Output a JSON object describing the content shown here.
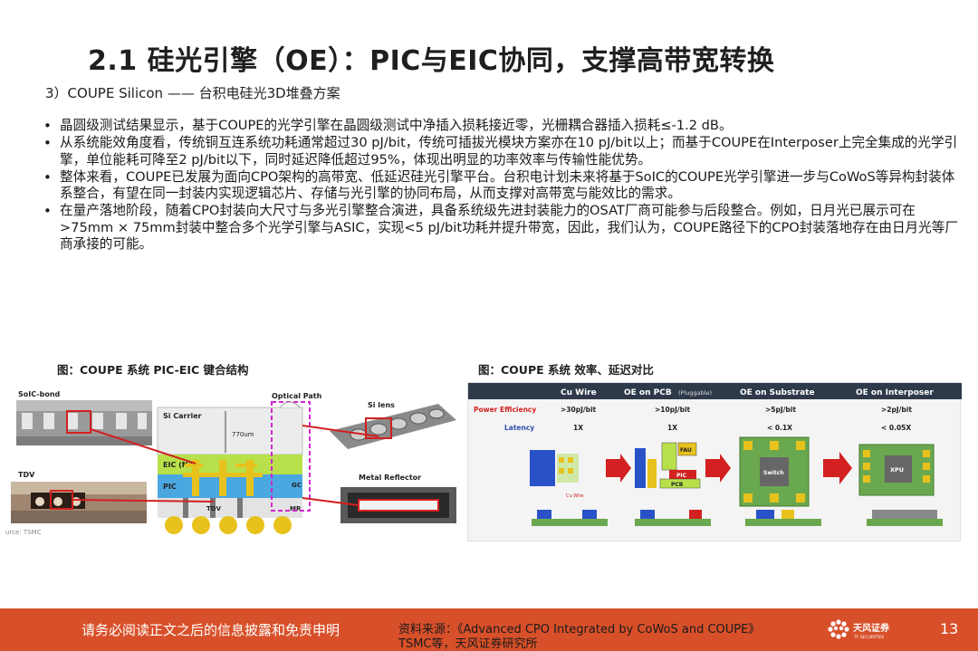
{
  "header": {
    "title": "2.1 硅光引擎（OE）：PIC与EIC协同，支撑高带宽转换",
    "subtitle": "3）COUPE Silicon —— 台积电硅光3D堆叠方案"
  },
  "bullets": [
    "晶圆级测试结果显示，基于COUPE的光学引擎在晶圆级测试中净插入损耗接近零，光栅耦合器插入损耗≤-1.2 dB。",
    "从系统能效角度看，传统铜互连系统功耗通常超过30 pJ/bit，传统可插拔光模块方案亦在10 pJ/bit以上；而基于COUPE在Interposer上完全集成的光学引擎，单位能耗可降至2 pJ/bit以下，同时延迟降低超过95%，体现出明显的功率效率与传输性能优势。",
    "整体来看，COUPE已发展为面向CPO架构的高带宽、低延迟硅光引擎平台。台积电计划未来将基于SoIC的COUPE光学引擎进一步与CoWoS等异构封装体系整合，有望在同一封装内实现逻辑芯片、存储与光引擎的协同布局，从而支撑对高带宽与能效比的需求。",
    "在量产落地阶段，随着CPO封装向大尺寸与多光引擎整合演进，具备系统级先进封装能力的OSAT厂商可能参与后段整合。例如，日月光已展示可在>75mm × 75mm封装中整合多个光学引擎与ASIC，实现<5 pJ/bit功耗并提升带宽，因此，我们认为，COUPE路径下的CPO封装落地存在由日月光等厂商承接的可能。"
  ],
  "figures": {
    "left": {
      "caption": "图：COUPE 系统 PIC-EIC 键合结构",
      "labels": {
        "soic_bond": "SoIC-bond",
        "optical_path": "Optical Path",
        "si_carrier": "Si Carrier",
        "thickness": "770um",
        "si_lens": "Si lens",
        "eic": "EIC (N7)",
        "pic": "PIC",
        "gc": "GC",
        "mr": "MR",
        "tdv_left": "TDV",
        "tdv_mid": "TDV",
        "metal_reflector": "Metal Reflector",
        "source": "urce: TSMC"
      }
    },
    "right": {
      "caption": "图：COUPE 系统 效率、延迟对比",
      "columns": [
        "Cu Wire",
        "OE on PCB",
        "(Pluggable)",
        "OE on Substrate",
        "OE on Interposer"
      ],
      "row_power_label": "Power Efficiency",
      "row_power": [
        ">30pJ/bit",
        ">10pJ/bit",
        ">5pJ/bit",
        ">2pJ/bit"
      ],
      "row_latency_label": "Latency",
      "row_latency": [
        "1X",
        "1X",
        "< 0.1X",
        "< 0.05X"
      ],
      "diagram_labels": {
        "fau": "FAU",
        "pic": "PIC",
        "pcb": "PCB",
        "cu_wire": "Cu Wire",
        "switch": "Switch",
        "xpu": "XPU"
      }
    }
  },
  "footer": {
    "disclaimer": "请务必阅读正文之后的信息披露和免责申明",
    "source_line1": "资料来源：《Advanced CPO Integrated by CoWoS and COUPE》",
    "source_line2": "TSMC等，天风证券研究所",
    "logo_text": "天风证券",
    "logo_sub": "TF SECURITIES",
    "page_number": "13"
  },
  "colors": {
    "footer_bg": "#d8502a",
    "header_dark": "#2e3a4a",
    "accent_red": "#d32020",
    "magenta": "#d026d0",
    "eic_green": "#b8e04a",
    "pic_blue": "#4aa7e0",
    "bump_gold": "#e8c21c"
  }
}
